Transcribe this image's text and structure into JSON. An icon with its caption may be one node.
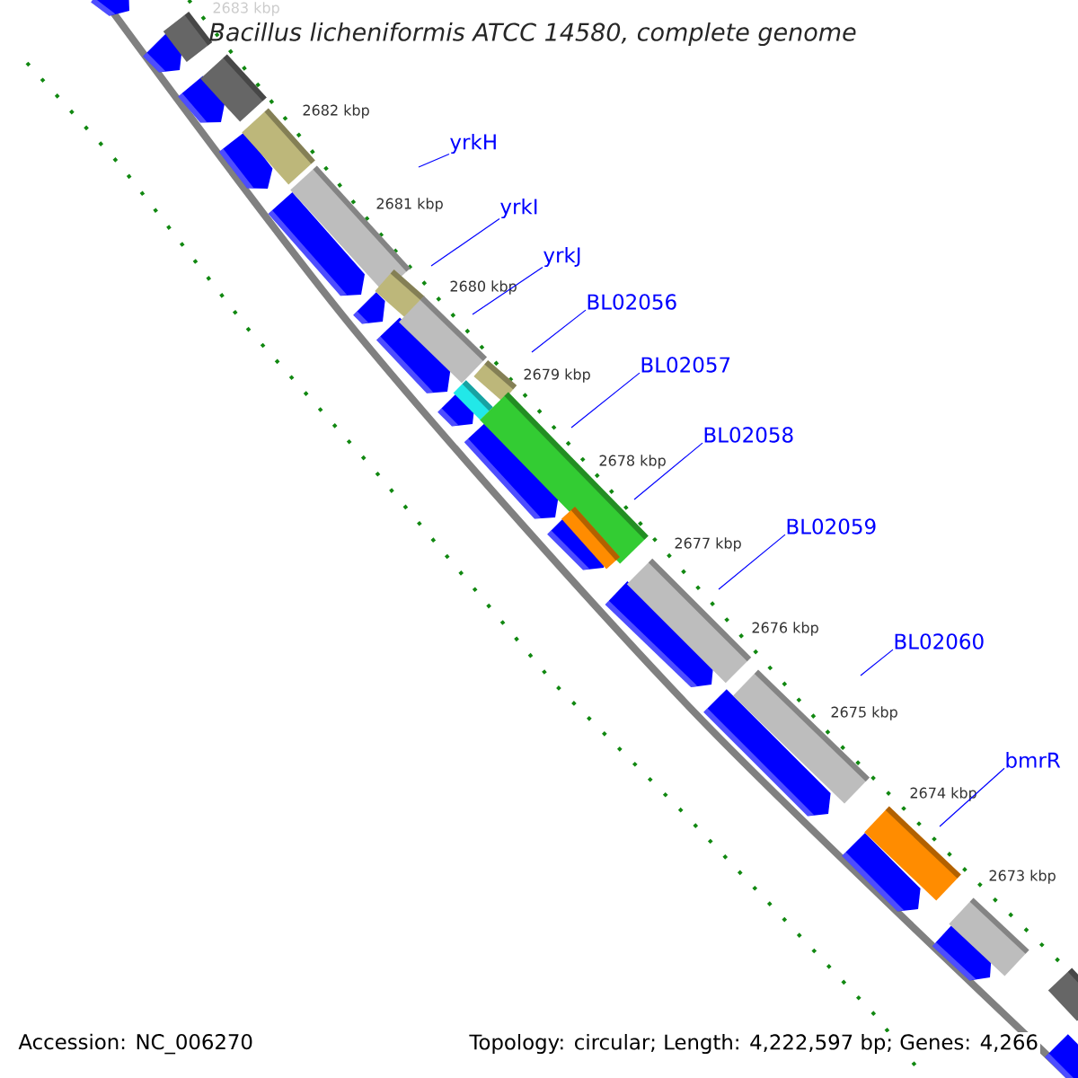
{
  "diagram": {
    "title": "Bacillus licheniformis ATCC 14580, complete genome",
    "nodes": [
      {
        "text": [
          "yrkH"
        ]
      },
      {
        "text": [
          "yrkI"
        ]
      },
      {
        "text": [
          "yrkJ"
        ]
      },
      {
        "text": [
          "BL02056"
        ]
      },
      {
        "text": [
          "BL02057"
        ]
      },
      {
        "text": [
          "BL02058"
        ]
      },
      {
        "text": [
          "BL02059"
        ]
      },
      {
        "text": [
          "BL02060"
        ]
      },
      {
        "text": [
          "bmrR"
        ]
      }
    ],
    "edges": [
      {
        "from": 0,
        "to": null,
        "arrow": "none"
      },
      {
        "from": 1,
        "to": null,
        "arrow": "none"
      },
      {
        "from": 2,
        "to": null,
        "arrow": "none"
      },
      {
        "from": 3,
        "to": null,
        "arrow": "none"
      },
      {
        "from": 4,
        "to": null,
        "arrow": "none"
      },
      {
        "from": 5,
        "to": null,
        "arrow": "none"
      },
      {
        "from": 6,
        "to": null,
        "arrow": "none"
      },
      {
        "from": 7,
        "to": null,
        "arrow": "none"
      },
      {
        "from": 8,
        "to": null,
        "arrow": "none"
      }
    ],
    "labels": [
      "2683 kbp",
      "2682 kbp",
      "2681 kbp",
      "2680 kbp",
      "2679 kbp",
      "2678 kbp",
      "2677 kbp",
      "2676 kbp",
      "2675 kbp",
      "2674 kbp",
      "2673 kbp",
      "Accession: NC_006270",
      "Topology: circular; Length: 4,222,597 bp; Genes: 4,266"
    ]
  }
}
